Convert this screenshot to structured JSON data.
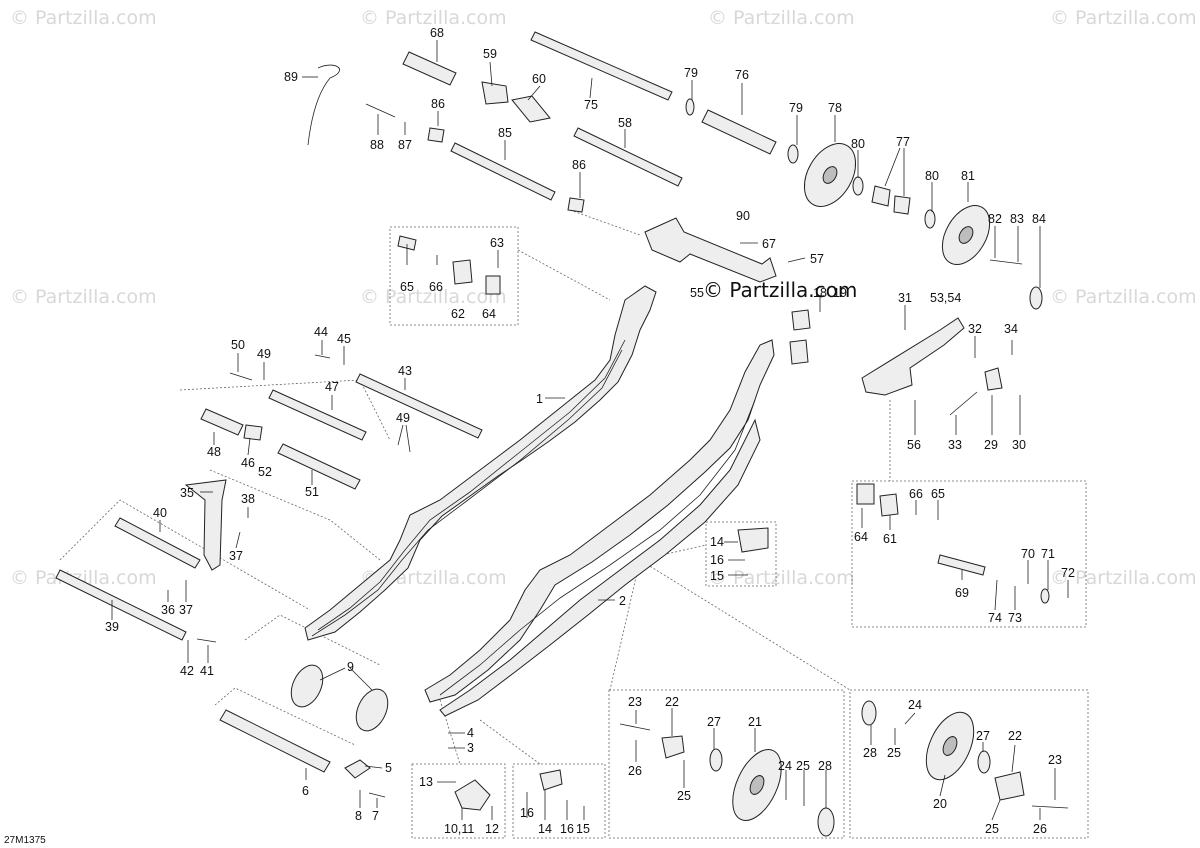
{
  "watermark": "© Partzilla.com",
  "brand": "© Partzilla.com",
  "drawing_code": "27M1375",
  "callouts": [
    {
      "id": "c89",
      "text": "89"
    },
    {
      "id": "c68",
      "text": "68"
    },
    {
      "id": "c59",
      "text": "59"
    },
    {
      "id": "c60",
      "text": "60"
    },
    {
      "id": "c75",
      "text": "75"
    },
    {
      "id": "c79a",
      "text": "79"
    },
    {
      "id": "c76",
      "text": "76"
    },
    {
      "id": "c88",
      "text": "88"
    },
    {
      "id": "c87",
      "text": "87"
    },
    {
      "id": "c86a",
      "text": "86"
    },
    {
      "id": "c85",
      "text": "85"
    },
    {
      "id": "c58",
      "text": "58"
    },
    {
      "id": "c79b",
      "text": "79"
    },
    {
      "id": "c78",
      "text": "78"
    },
    {
      "id": "c80a",
      "text": "80"
    },
    {
      "id": "c77",
      "text": "77"
    },
    {
      "id": "c80b",
      "text": "80"
    },
    {
      "id": "c81",
      "text": "81"
    },
    {
      "id": "c82",
      "text": "82"
    },
    {
      "id": "c83",
      "text": "83"
    },
    {
      "id": "c84",
      "text": "84"
    },
    {
      "id": "c86b",
      "text": "86"
    },
    {
      "id": "c90",
      "text": "90"
    },
    {
      "id": "c67",
      "text": "67"
    },
    {
      "id": "c57",
      "text": "57"
    },
    {
      "id": "c55",
      "text": "55"
    },
    {
      "id": "c18",
      "text": "18"
    },
    {
      "id": "c19",
      "text": "19"
    },
    {
      "id": "c63",
      "text": "63"
    },
    {
      "id": "c65a",
      "text": "65"
    },
    {
      "id": "c66a",
      "text": "66"
    },
    {
      "id": "c62",
      "text": "62"
    },
    {
      "id": "c64a",
      "text": "64"
    },
    {
      "id": "c31",
      "text": "31"
    },
    {
      "id": "c5354",
      "text": "53,54"
    },
    {
      "id": "c32",
      "text": "32"
    },
    {
      "id": "c34",
      "text": "34"
    },
    {
      "id": "c56",
      "text": "56"
    },
    {
      "id": "c33",
      "text": "33"
    },
    {
      "id": "c29",
      "text": "29"
    },
    {
      "id": "c30",
      "text": "30"
    },
    {
      "id": "c50",
      "text": "50"
    },
    {
      "id": "c49a",
      "text": "49"
    },
    {
      "id": "c44",
      "text": "44"
    },
    {
      "id": "c45",
      "text": "45"
    },
    {
      "id": "c43",
      "text": "43"
    },
    {
      "id": "c47",
      "text": "47"
    },
    {
      "id": "c1",
      "text": "1"
    },
    {
      "id": "c49b",
      "text": "49"
    },
    {
      "id": "c48",
      "text": "48"
    },
    {
      "id": "c46",
      "text": "46"
    },
    {
      "id": "c52",
      "text": "52"
    },
    {
      "id": "c51",
      "text": "51"
    },
    {
      "id": "c35",
      "text": "35"
    },
    {
      "id": "c38",
      "text": "38"
    },
    {
      "id": "c40",
      "text": "40"
    },
    {
      "id": "c37a",
      "text": "37"
    },
    {
      "id": "c36",
      "text": "36"
    },
    {
      "id": "c37b",
      "text": "37"
    },
    {
      "id": "c39",
      "text": "39"
    },
    {
      "id": "c42",
      "text": "42"
    },
    {
      "id": "c41",
      "text": "41"
    },
    {
      "id": "c64b",
      "text": "64"
    },
    {
      "id": "c66b",
      "text": "66"
    },
    {
      "id": "c65b",
      "text": "65"
    },
    {
      "id": "c61",
      "text": "61"
    },
    {
      "id": "c70",
      "text": "70"
    },
    {
      "id": "c71",
      "text": "71"
    },
    {
      "id": "c72",
      "text": "72"
    },
    {
      "id": "c69",
      "text": "69"
    },
    {
      "id": "c74",
      "text": "74"
    },
    {
      "id": "c73",
      "text": "73"
    },
    {
      "id": "c14a",
      "text": "14"
    },
    {
      "id": "c16a",
      "text": "16"
    },
    {
      "id": "c15a",
      "text": "15"
    },
    {
      "id": "c2",
      "text": "2"
    },
    {
      "id": "c9",
      "text": "9"
    },
    {
      "id": "c4",
      "text": "4"
    },
    {
      "id": "c3",
      "text": "3"
    },
    {
      "id": "c5",
      "text": "5"
    },
    {
      "id": "c6",
      "text": "6"
    },
    {
      "id": "c8",
      "text": "8"
    },
    {
      "id": "c7",
      "text": "7"
    },
    {
      "id": "c13",
      "text": "13"
    },
    {
      "id": "c1011",
      "text": "10,11"
    },
    {
      "id": "c12",
      "text": "12"
    },
    {
      "id": "c16b",
      "text": "16"
    },
    {
      "id": "c14b",
      "text": "14"
    },
    {
      "id": "c16c",
      "text": "16"
    },
    {
      "id": "c15b",
      "text": "15"
    },
    {
      "id": "c23a",
      "text": "23"
    },
    {
      "id": "c22a",
      "text": "22"
    },
    {
      "id": "c27a",
      "text": "27"
    },
    {
      "id": "c21",
      "text": "21"
    },
    {
      "id": "c26a",
      "text": "26"
    },
    {
      "id": "c25a",
      "text": "25"
    },
    {
      "id": "c24a",
      "text": "24"
    },
    {
      "id": "c25b",
      "text": "25"
    },
    {
      "id": "c28a",
      "text": "28"
    },
    {
      "id": "c24b",
      "text": "24"
    },
    {
      "id": "c28b",
      "text": "28"
    },
    {
      "id": "c25c",
      "text": "25"
    },
    {
      "id": "c27b",
      "text": "27"
    },
    {
      "id": "c22b",
      "text": "22"
    },
    {
      "id": "c23b",
      "text": "23"
    },
    {
      "id": "c20",
      "text": "20"
    },
    {
      "id": "c25d",
      "text": "25"
    },
    {
      "id": "c26b",
      "text": "26"
    }
  ]
}
